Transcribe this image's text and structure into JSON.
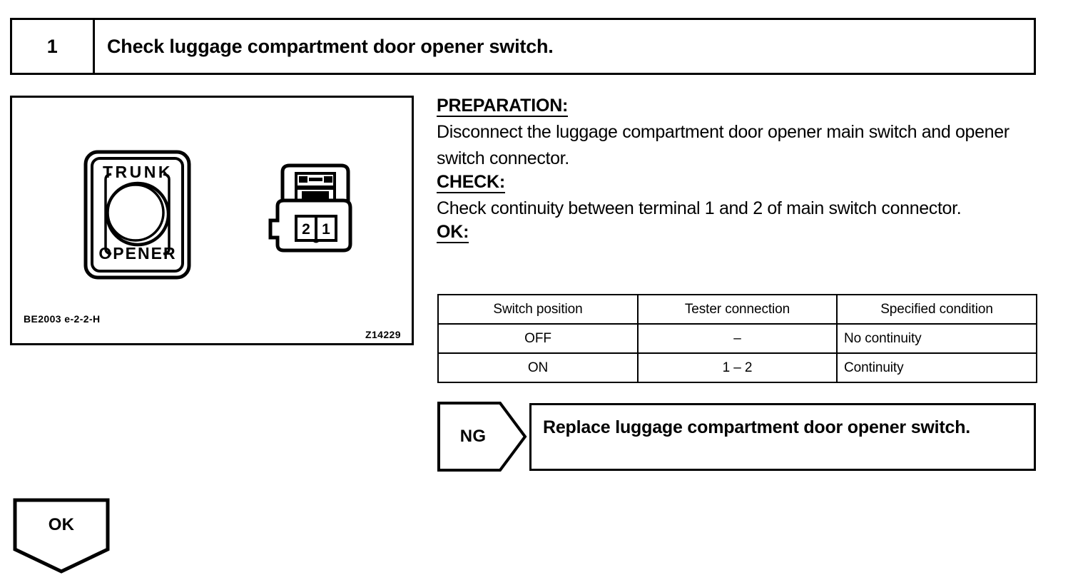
{
  "step": {
    "number": "1",
    "title": "Check luggage compartment door opener switch."
  },
  "illustration": {
    "switch_label_top": "TRUNK",
    "switch_label_bottom": "OPENER",
    "connector_terminal_left": "2",
    "connector_terminal_right": "1",
    "figure_code": "BE2003 e-2-2-H",
    "reference_code": "Z14229"
  },
  "instructions": {
    "preparation_heading": "PREPARATION:",
    "preparation_text": "Disconnect the luggage compartment door opener main switch and opener switch connector.",
    "check_heading": "CHECK:",
    "check_text": "Check continuity between terminal 1 and 2 of main switch connector.",
    "ok_heading": "OK:"
  },
  "spec_table": {
    "headers": [
      "Switch position",
      "Tester connection",
      "Specified condition"
    ],
    "rows": [
      [
        "OFF",
        "–",
        "No continuity"
      ],
      [
        "ON",
        "1 – 2",
        "Continuity"
      ]
    ]
  },
  "ng_branch": {
    "tag": "NG",
    "action": "Replace luggage compartment door opener switch."
  },
  "ok_branch": {
    "tag": "OK"
  }
}
